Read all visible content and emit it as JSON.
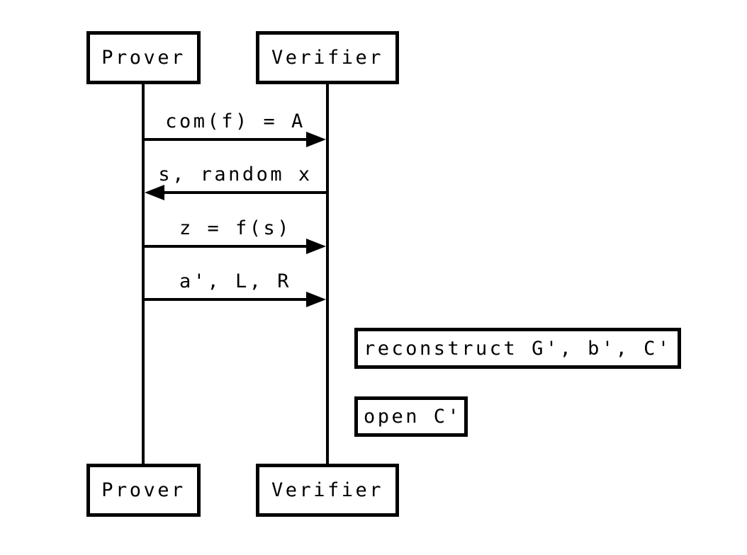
{
  "diagram": {
    "type": "sequence",
    "background_color": "#ffffff",
    "stroke_color": "#000000",
    "participants": [
      {
        "label": "Prover"
      },
      {
        "label": "Verifier"
      }
    ],
    "messages": [
      {
        "label": "com(f) = A",
        "from": "Prover",
        "to": "Verifier",
        "direction": "right"
      },
      {
        "label": "s, random x",
        "from": "Verifier",
        "to": "Prover",
        "direction": "left"
      },
      {
        "label": "z = f(s)",
        "from": "Prover",
        "to": "Verifier",
        "direction": "right"
      },
      {
        "label": "a', L, R",
        "from": "Prover",
        "to": "Verifier",
        "direction": "right"
      }
    ],
    "verifier_actions": [
      {
        "label": "reconstruct G', b', C'"
      },
      {
        "label": "open C'"
      }
    ]
  }
}
